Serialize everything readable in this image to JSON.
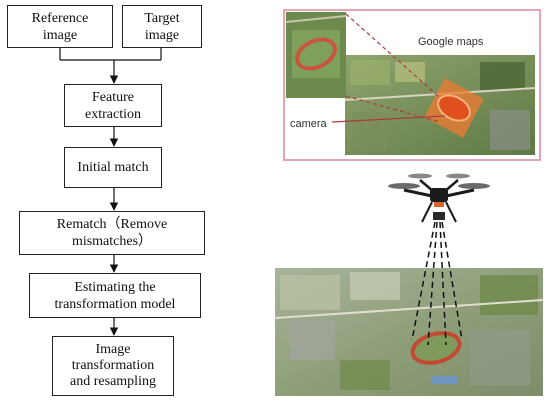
{
  "flowchart": {
    "reference": "Reference\nimage",
    "target": "Target\nimage",
    "feature": "Feature\nextraction",
    "initial": "Initial match",
    "rematch": "Rematch（Remove\nmismatches）",
    "estimating": "Estimating the\ntransformation model",
    "image_transform": "Image\ntransformation\nand resampling"
  },
  "illustration": {
    "google_maps_label": "Google maps",
    "camera_label": "camera"
  },
  "colors": {
    "inset_border": "#d98a95",
    "leader_line": "#b03a3a",
    "track_orange": "#f07a32",
    "vegetation": "#6f8a4a",
    "drone_body": "#1b1b1b"
  }
}
